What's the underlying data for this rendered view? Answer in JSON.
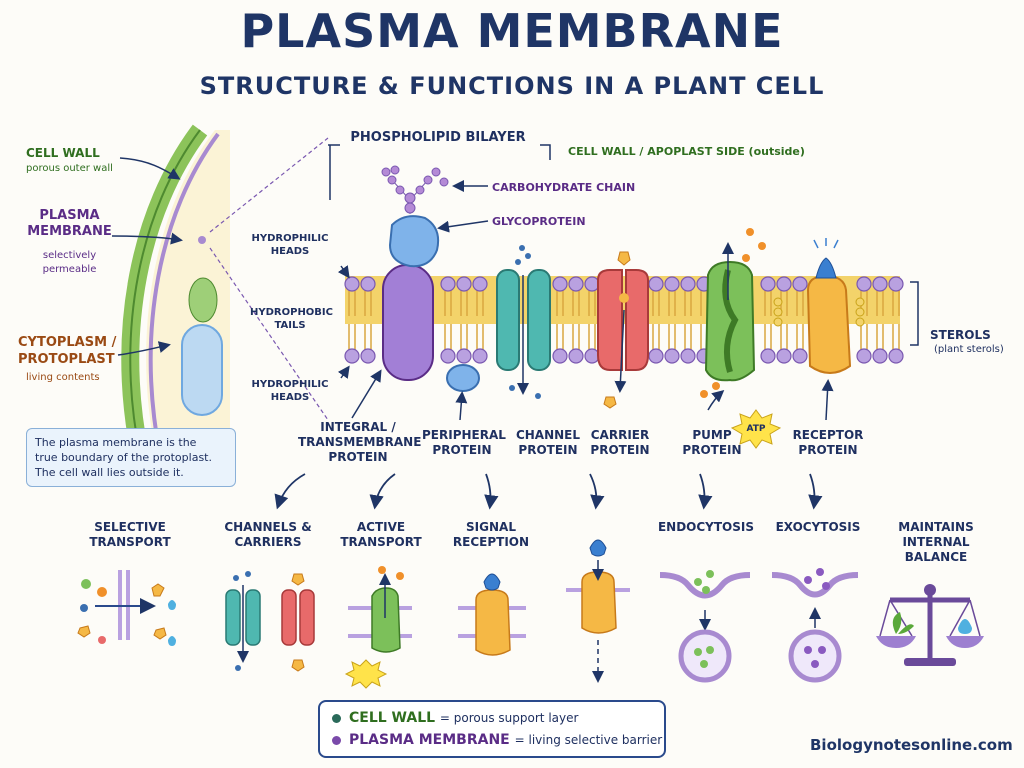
{
  "header": {
    "title": "PLASMA MEMBRANE",
    "subtitle": "STRUCTURE & FUNCTIONS IN A PLANT CELL"
  },
  "cell_labels": {
    "cell_wall": "CELL WALL",
    "cell_wall_sub": "porous outer wall",
    "plasma_membrane_1": "PLASMA",
    "plasma_membrane_2": "MEMBRANE",
    "plasma_membrane_sub_1": "selectively",
    "plasma_membrane_sub_2": "permeable",
    "cytoplasm_1": "CYTOPLASM /",
    "cytoplasm_2": "PROTOPLAST",
    "cytoplasm_sub": "living contents",
    "note_1": "The plasma membrane is the",
    "note_2": "true boundary of the protoplast.",
    "note_3": "The cell wall lies outside it."
  },
  "bilayer": {
    "title": "PHOSPHOLIPID BILAYER",
    "outside": "CELL WALL / APOPLAST SIDE (outside)",
    "carbohydrate": "CARBOHYDRATE CHAIN",
    "glycoprotein": "GLYCOPROTEIN",
    "heads_1": "HYDROPHILIC",
    "heads_2": "HEADS",
    "tails_1": "HYDROPHOBIC",
    "tails_2": "TAILS",
    "heads_bottom_1": "HYDROPHILIC",
    "heads_bottom_2": "HEADS",
    "sterols": "STEROLS",
    "sterols_sub": "(plant sterols)",
    "atp": "ATP"
  },
  "proteins": [
    {
      "line1": "INTEGRAL /",
      "line2": "TRANSMEMBRANE",
      "line3": "PROTEIN"
    },
    {
      "line1": "PERIPHERAL",
      "line2": "PROTEIN"
    },
    {
      "line1": "CHANNEL",
      "line2": "PROTEIN"
    },
    {
      "line1": "CARRIER",
      "line2": "PROTEIN"
    },
    {
      "line1": "PUMP",
      "line2": "PROTEIN"
    },
    {
      "line1": "RECEPTOR",
      "line2": "PROTEIN"
    }
  ],
  "functions": [
    {
      "line1": "SELECTIVE",
      "line2": "TRANSPORT"
    },
    {
      "line1": "CHANNELS &",
      "line2": "CARRIERS"
    },
    {
      "line1": "ACTIVE",
      "line2": "TRANSPORT"
    },
    {
      "line1": "SIGNAL",
      "line2": "RECEPTION"
    },
    {
      "line1": "ENDOCYTOSIS"
    },
    {
      "line1": "EXOCYTOSIS"
    },
    {
      "line1": "MAINTAINS",
      "line2": "INTERNAL",
      "line3": "BALANCE"
    }
  ],
  "legend": {
    "row1_bold": "CELL WALL",
    "row1_text": "= porous support layer",
    "row2_bold": "PLASMA MEMBRANE",
    "row2_text": "= living selective barrier"
  },
  "site": "Biologynotesonline.com",
  "colors": {
    "navy": "#1f3566",
    "wall_green": "#8cc35a",
    "membrane_purple": "#a88ad0",
    "head_purple": "#b9a1e0",
    "tail_yellow": "#f3d36a",
    "channel_teal": "#4fb8b0",
    "carrier_red": "#e86a6a",
    "pump_green": "#7cc05a",
    "receptor_orange": "#f5b845",
    "glyco_blue": "#6fa8e0"
  }
}
